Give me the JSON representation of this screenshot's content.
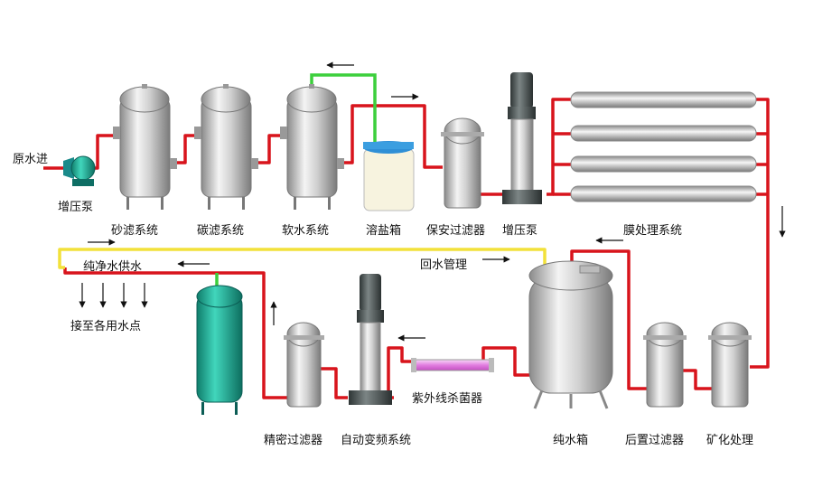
{
  "labels": {
    "raw_water_in": "原水进",
    "booster_pump_1": "增压泵",
    "sand_filter": "砂滤系统",
    "carbon_filter": "碳滤系统",
    "softener": "软水系统",
    "brine_tank": "溶盐箱",
    "security_filter": "保安过滤器",
    "booster_pump_2": "增压泵",
    "membrane_system": "膜处理系统",
    "pure_water_supply": "纯净水供水",
    "return_pipe": "回水管理",
    "to_use_points": "接至各用水点",
    "uv_sterilizer": "紫外线杀菌器",
    "precision_filter": "精密过滤器",
    "vfd_system": "自动变频系统",
    "pure_water_tank": "纯水箱",
    "post_filter": "后置过滤器",
    "mineralization": "矿化处理"
  },
  "colors": {
    "pipe_red": "#d8141c",
    "pipe_green": "#3ccf3c",
    "pipe_yellow": "#f2e13a",
    "steel": "#c6c6c6",
    "teal_tank": "#22b39a"
  }
}
